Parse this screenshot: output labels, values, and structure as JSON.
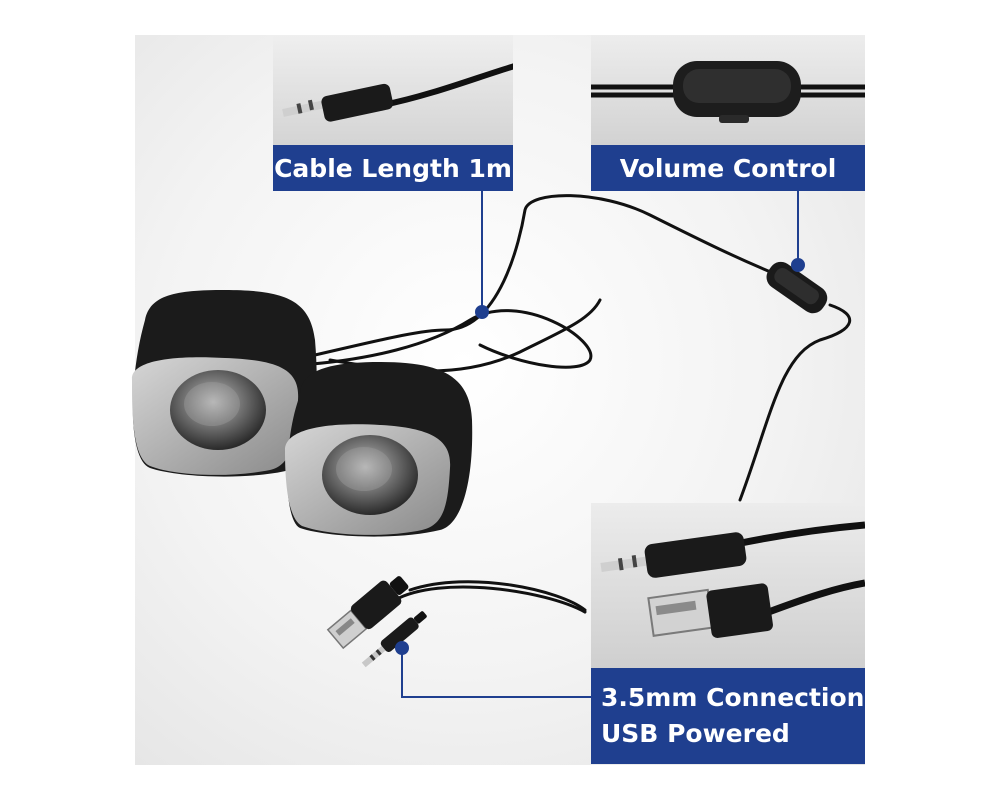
{
  "image": {
    "subject": "speaker-set-product-photo"
  },
  "callouts": {
    "cable_length": "Cable Length 1m",
    "volume_control": "Volume Control",
    "connection_line1": "3.5mm Connection",
    "connection_line2": "USB Powered"
  },
  "colors": {
    "label_background": "#1f3f8f",
    "label_text": "#ffffff",
    "speaker_body": "#1b1b1b",
    "speaker_face": "#9a9a9a"
  }
}
